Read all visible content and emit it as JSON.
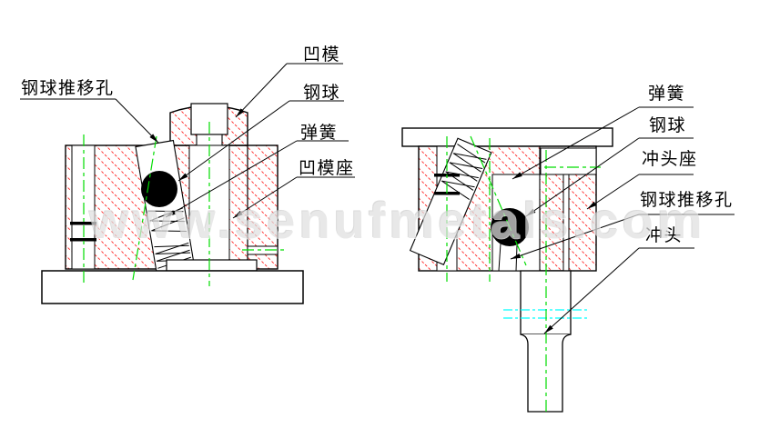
{
  "watermark": "www.senufmetals.com",
  "colors": {
    "hatch": "#ff2222",
    "centerline": "#00dd00",
    "phantom": "#00ffff",
    "line": "#000000",
    "ball": "#000000"
  },
  "left_view": {
    "name": "die-section-view",
    "labels": [
      {
        "id": "ball-push-hole",
        "text": "钢球推移孔"
      },
      {
        "id": "die",
        "text": "凹模"
      },
      {
        "id": "steel-ball",
        "text": "钢球"
      },
      {
        "id": "spring",
        "text": "弹簧"
      },
      {
        "id": "die-holder",
        "text": "凹模座"
      }
    ]
  },
  "right_view": {
    "name": "punch-section-view",
    "labels": [
      {
        "id": "spring",
        "text": "弹簧"
      },
      {
        "id": "steel-ball",
        "text": "钢球"
      },
      {
        "id": "punch-holder",
        "text": "冲头座"
      },
      {
        "id": "ball-push-hole",
        "text": "钢球推移孔"
      },
      {
        "id": "punch",
        "text": "冲头"
      }
    ]
  }
}
